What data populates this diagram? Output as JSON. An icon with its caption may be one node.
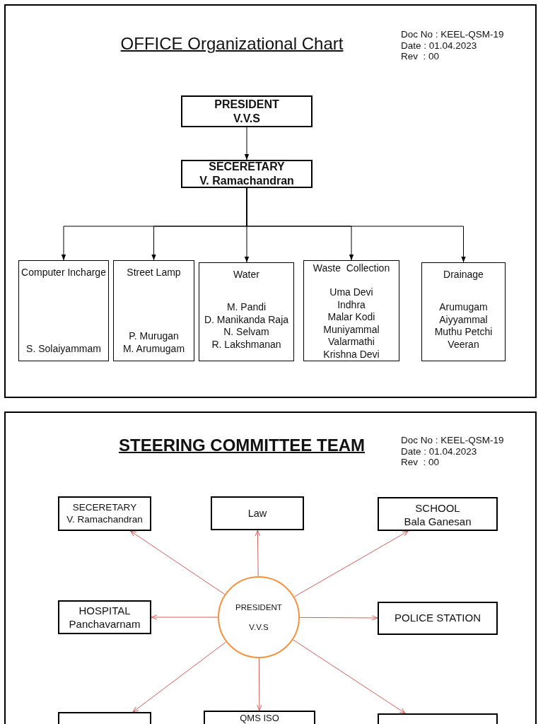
{
  "diagram": {
    "nodes": [
      {
        "text": [
          "OFFICE Organizational Chart",
          "Doc No : KEEL-QSM-19",
          "Date : 01.04.2023",
          "Rev  : 00"
        ]
      },
      {
        "text": [
          "PRESIDENT",
          "V.V.S"
        ],
        "in": 0
      },
      {
        "text": [
          "SECERETARY",
          "V. Ramachandran"
        ],
        "in": 0
      },
      {
        "text": [
          "Computer Incharge",
          "S. Solaiyammam"
        ],
        "in": 0
      },
      {
        "text": [
          "Street Lamp",
          "P. Murugan",
          "M. Arumugam"
        ],
        "in": 0
      },
      {
        "text": [
          "Water",
          "M. Pandi",
          "D. Manikanda Raja",
          "N. Selvam",
          "R. Lakshmanan"
        ],
        "in": 0
      },
      {
        "text": [
          "Waste  Collection",
          "Uma Devi",
          "Indhra",
          "Malar Kodi",
          "Muniyammal",
          "Valarmathi",
          "Krishna Devi"
        ],
        "in": 0
      },
      {
        "text": [
          "Drainage",
          "Arumugam",
          "Aiyyammal",
          "Muthu Petchi",
          "Veeran"
        ],
        "in": 0
      },
      {
        "text": [
          "STEERING COMMITTEE TEAM",
          "Doc No : KEEL-QSM-19",
          "Date : 01.04.2023",
          "Rev  : 00"
        ]
      },
      {
        "text": [
          "SECERETARY",
          "V. Ramachandran"
        ],
        "in": 8
      },
      {
        "text": [
          "Law"
        ],
        "in": 8
      },
      {
        "text": [
          "SCHOOL",
          "Bala Ganesan"
        ],
        "in": 8
      },
      {
        "text": [
          "HOSPITAL",
          "Panchavarnam"
        ],
        "in": 8
      },
      {
        "text": [
          "PRESIDENT",
          "V.V.S"
        ],
        "in": 8
      },
      {
        "text": [
          "POLICE STATION"
        ],
        "in": 8
      },
      {
        "text": [],
        "shape": "box",
        "in": 8
      },
      {
        "text": [
          "QMS ISO"
        ],
        "in": 8
      },
      {
        "text": [],
        "shape": "box",
        "in": 8
      }
    ],
    "edges": [
      {
        "from": 1,
        "to": 2,
        "arrow": "to",
        "color": "#000000"
      },
      {
        "from": 2,
        "to": 3,
        "arrow": "to",
        "color": "#000000"
      },
      {
        "from": 2,
        "to": 4,
        "arrow": "to",
        "color": "#000000"
      },
      {
        "from": 2,
        "to": 5,
        "arrow": "to",
        "color": "#000000"
      },
      {
        "from": 2,
        "to": 6,
        "arrow": "to",
        "color": "#000000"
      },
      {
        "from": 2,
        "to": 7,
        "arrow": "to",
        "color": "#000000"
      },
      {
        "from": 13,
        "to": 9,
        "arrow": "to"
      },
      {
        "from": 13,
        "to": 10,
        "arrow": "to"
      },
      {
        "from": 13,
        "to": 11,
        "arrow": "to"
      },
      {
        "from": 13,
        "to": 12,
        "arrow": "to"
      },
      {
        "from": 13,
        "to": 14,
        "arrow": "to"
      },
      {
        "from": 13,
        "to": 15,
        "arrow": "to"
      },
      {
        "from": 13,
        "to": 16,
        "arrow": "to"
      },
      {
        "from": 13,
        "to": 17,
        "arrow": "to"
      }
    ]
  }
}
